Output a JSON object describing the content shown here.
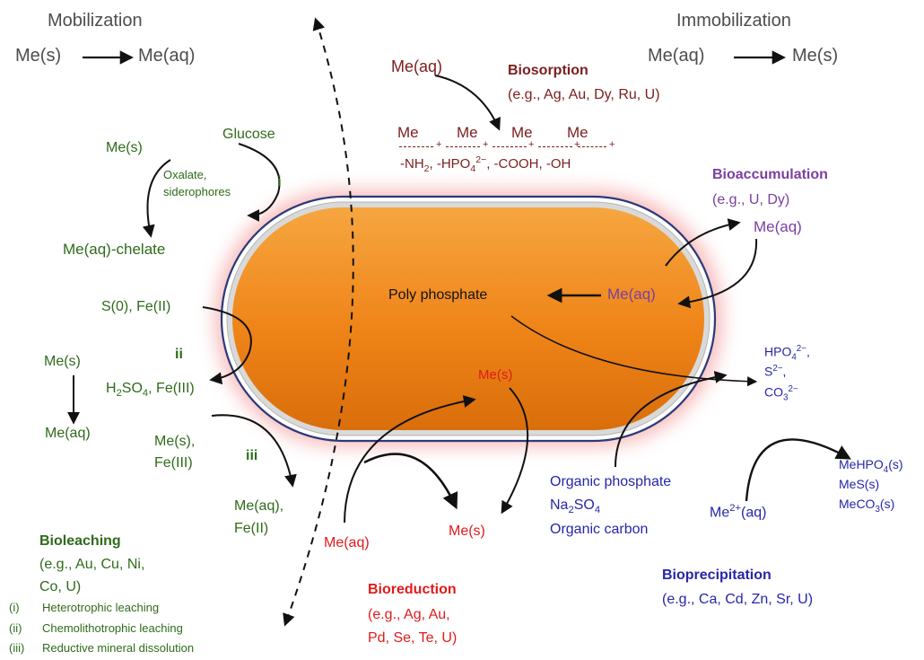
{
  "mobilization": {
    "title": "Mobilization",
    "reaction": {
      "left": "Me(s)",
      "right": "Me(aq)"
    }
  },
  "immobilization": {
    "title": "Immobilization",
    "reaction": {
      "left": "Me(aq)",
      "right": "Me(s)"
    }
  },
  "biosorption": {
    "title": "Biosorption",
    "examples": "(e.g., Ag, Au, Dy, Ru, U)",
    "input": "Me(aq)",
    "bound_metal": [
      "Me",
      "Me",
      "Me",
      "Me"
    ],
    "groups_prefix": "-NH",
    "groups_nh_sub": "2",
    "groups_mid": ", -HPO",
    "groups_hpo_sub": "4",
    "groups_hpo_sup": "2−",
    "groups_suffix": ", -COOH, -OH"
  },
  "bioaccumulation": {
    "title": "Bioaccumulation",
    "examples": "(e.g., U, Dy)",
    "outside": "Me(aq)",
    "inside": "Me(aq)",
    "storage": "Poly phosphate"
  },
  "bioleaching": {
    "title": "Bioleaching",
    "examples_line1": "(e.g., Au, Cu, Ni,",
    "examples_line2": "Co, U)",
    "heterotrophic": {
      "numeral": "i",
      "substrate": "Glucose",
      "metal_solid": "Me(s)",
      "agents_line1": "Oxalate,",
      "agents_line2": "siderophores",
      "product": "Me(aq)-chelate"
    },
    "chemolithotrophic": {
      "numeral": "ii",
      "substrate": "S(0), Fe(II)",
      "product_h": "H",
      "product_h_sub": "2",
      "product_so": "SO",
      "product_so_sub": "4",
      "product_tail": ", Fe(III)",
      "metal_solid": "Me(s)",
      "metal_aq": "Me(aq)"
    },
    "reductive": {
      "numeral": "iii",
      "input_line1": "Me(s),",
      "input_line2": "Fe(III)",
      "output_line1": "Me(aq),",
      "output_line2": "Fe(II)"
    },
    "legend": [
      {
        "numeral": "(i)",
        "label": "Heterotrophic leaching"
      },
      {
        "numeral": "(ii)",
        "label": "Chemolithotrophic leaching"
      },
      {
        "numeral": "(iii)",
        "label": "Reductive mineral dissolution"
      }
    ]
  },
  "bioreduction": {
    "title": "Bioreduction",
    "examples_line1": "(e.g., Ag, Au,",
    "examples_line2": "Pd, Se, Te, U)",
    "input": "Me(aq)",
    "inside": "Me(s)",
    "output": "Me(s)"
  },
  "bioprecipitation": {
    "title": "Bioprecipitation",
    "examples": "(e.g., Ca, Cd, Zn, Sr, U)",
    "sources_line1": "Organic phosphate",
    "sources_na": "Na",
    "sources_na_sub": "2",
    "sources_so": "SO",
    "sources_so_sub": "4",
    "sources_line3": "Organic carbon",
    "anion1": "HPO",
    "anion1_sub": "4",
    "anion1_sup": "2−",
    "anion1_tail": ",",
    "anion2": "S",
    "anion2_sup": "2−",
    "anion2_tail": ",",
    "anion3": "CO",
    "anion3_sub": "3",
    "anion3_sup": "2−",
    "cation": "Me",
    "cation_sup": "2+",
    "cation_tail": "(aq)",
    "product1": "MeHPO",
    "product1_sub": "4",
    "product1_tail": "(s)",
    "product2": "MeS(s)",
    "product3": "MeCO",
    "product3_sub": "3",
    "product3_tail": "(s)"
  },
  "colors": {
    "cell_fill": "#f28a1c",
    "cell_glow": "#f4a0a0",
    "cell_membrane": "#2b3a7a",
    "arrows": "#111111"
  }
}
